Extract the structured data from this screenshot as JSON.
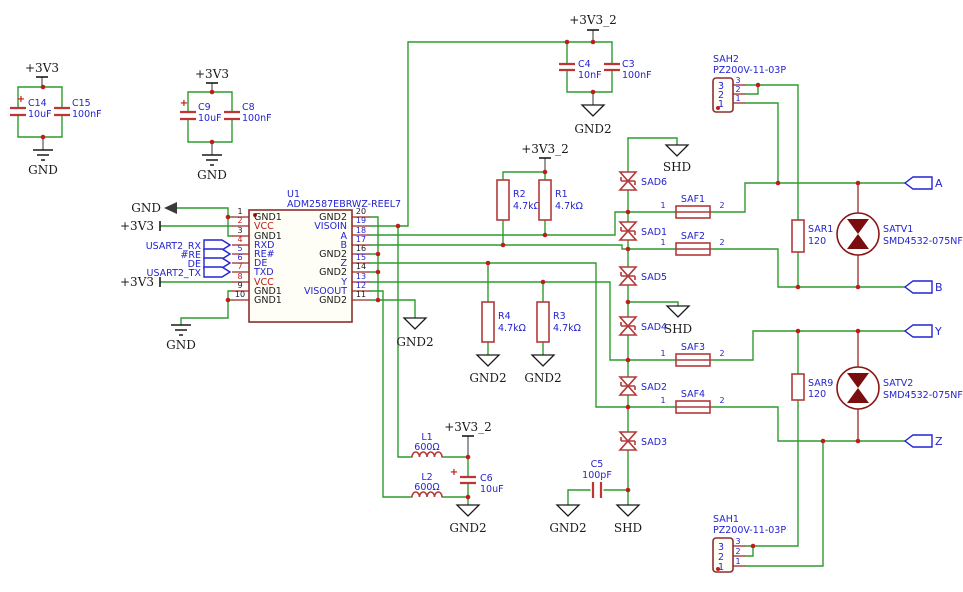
{
  "power": {
    "p3v3": "+3V3",
    "p3v3_2": "+3V3_2",
    "gnd": "GND",
    "gnd2": "GND2",
    "shd": "SHD",
    "plus": "+"
  },
  "ic": {
    "ref": "U1",
    "part": "ADM2587EBRWZ-REEL7",
    "left_pins": [
      {
        "num": "1",
        "name": "GND1"
      },
      {
        "num": "2",
        "name": "VCC"
      },
      {
        "num": "3",
        "name": "GND1"
      },
      {
        "num": "4",
        "name": "RXD"
      },
      {
        "num": "5",
        "name": "RE#"
      },
      {
        "num": "6",
        "name": "DE"
      },
      {
        "num": "7",
        "name": "TXD"
      },
      {
        "num": "8",
        "name": "VCC"
      },
      {
        "num": "9",
        "name": "GND1"
      },
      {
        "num": "10",
        "name": "GND1"
      }
    ],
    "right_pins": [
      {
        "num": "20",
        "name": "GND2"
      },
      {
        "num": "19",
        "name": "VISOIN"
      },
      {
        "num": "18",
        "name": "A"
      },
      {
        "num": "17",
        "name": "B"
      },
      {
        "num": "16",
        "name": "GND2"
      },
      {
        "num": "15",
        "name": "Z"
      },
      {
        "num": "14",
        "name": "GND2"
      },
      {
        "num": "13",
        "name": "Y"
      },
      {
        "num": "12",
        "name": "VISOOUT"
      },
      {
        "num": "11",
        "name": "GND2"
      }
    ]
  },
  "inputs": [
    {
      "label": "USART2_RX"
    },
    {
      "label": "#RE"
    },
    {
      "label": "DE"
    },
    {
      "label": "USART2_TX"
    }
  ],
  "caps": [
    {
      "ref": "C14",
      "value": "10uF"
    },
    {
      "ref": "C15",
      "value": "100nF"
    },
    {
      "ref": "C9",
      "value": "10uF"
    },
    {
      "ref": "C8",
      "value": "100nF"
    },
    {
      "ref": "C4",
      "value": "10nF"
    },
    {
      "ref": "C3",
      "value": "100nF"
    },
    {
      "ref": "C6",
      "value": "10uF"
    },
    {
      "ref": "C5",
      "value": "100pF"
    }
  ],
  "resistors": [
    {
      "ref": "R2",
      "value": "4.7kΩ"
    },
    {
      "ref": "R1",
      "value": "4.7kΩ"
    },
    {
      "ref": "R4",
      "value": "4.7kΩ"
    },
    {
      "ref": "R3",
      "value": "4.7kΩ"
    }
  ],
  "term_resistors": [
    {
      "ref": "SAR1",
      "value": "120"
    },
    {
      "ref": "SAR9",
      "value": "120"
    }
  ],
  "inductors": [
    {
      "ref": "L1",
      "value": "600Ω"
    },
    {
      "ref": "L2",
      "value": "600Ω"
    }
  ],
  "diodes": [
    {
      "ref": "SAD6"
    },
    {
      "ref": "SAD1"
    },
    {
      "ref": "SAD5"
    },
    {
      "ref": "SAD4"
    },
    {
      "ref": "SAD2"
    },
    {
      "ref": "SAD3"
    }
  ],
  "fuses": [
    {
      "ref": "SAF1",
      "pin1": "1",
      "pin2": "2"
    },
    {
      "ref": "SAF2",
      "pin1": "1",
      "pin2": "2"
    },
    {
      "ref": "SAF3",
      "pin1": "1",
      "pin2": "2"
    },
    {
      "ref": "SAF4",
      "pin1": "1",
      "pin2": "2"
    }
  ],
  "connectors": [
    {
      "ref": "SAH2",
      "part": "PZ200V-11-03P",
      "pins": [
        "3",
        "2",
        "1"
      ]
    },
    {
      "ref": "SAH1",
      "part": "PZ200V-11-03P",
      "pins": [
        "3",
        "2",
        "1"
      ]
    }
  ],
  "arresters": [
    {
      "ref": "SATV1",
      "part": "SMD4532-075NF"
    },
    {
      "ref": "SATV2",
      "part": "SMD4532-075NF"
    }
  ],
  "net_tags": [
    {
      "label": "A"
    },
    {
      "label": "B"
    },
    {
      "label": "Y"
    },
    {
      "label": "Z"
    }
  ]
}
